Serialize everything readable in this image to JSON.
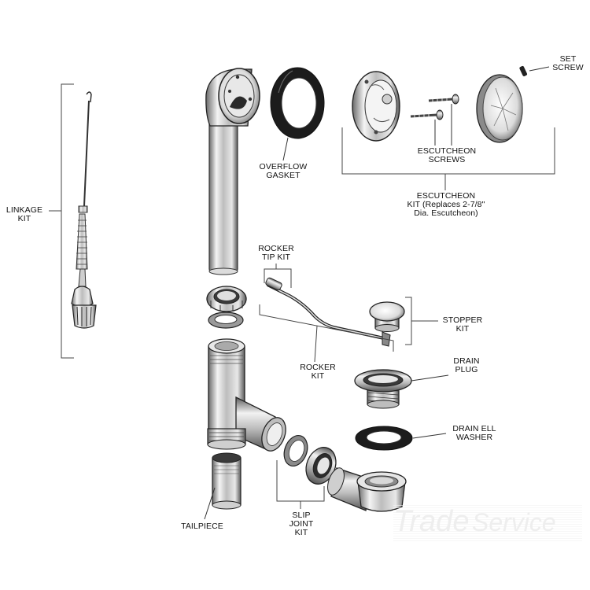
{
  "labels": {
    "linkage_kit": "LINKAGE\nKIT",
    "overflow_gasket": "OVERFLOW\nGASKET",
    "set_screw": "SET\nSCREW",
    "escutcheon_screws": "ESCUTCHEON\nSCREWS",
    "escutcheon_kit": "ESCUTCHEON\nKIT (Replaces 2-7/8\"\nDia. Escutcheon)",
    "rocker_tip_kit": "ROCKER\nTIP KIT",
    "stopper_kit": "STOPPER\nKIT",
    "rocker_kit": "ROCKER\nKIT",
    "drain_plug": "DRAIN\nPLUG",
    "drain_ell_washer": "DRAIN ELL\nWASHER",
    "tailpiece": "TAILPIECE",
    "slip_joint_kit": "SLIP\nJOINT\nKIT"
  },
  "watermark": {
    "brand": "Trade",
    "word": "Service"
  }
}
